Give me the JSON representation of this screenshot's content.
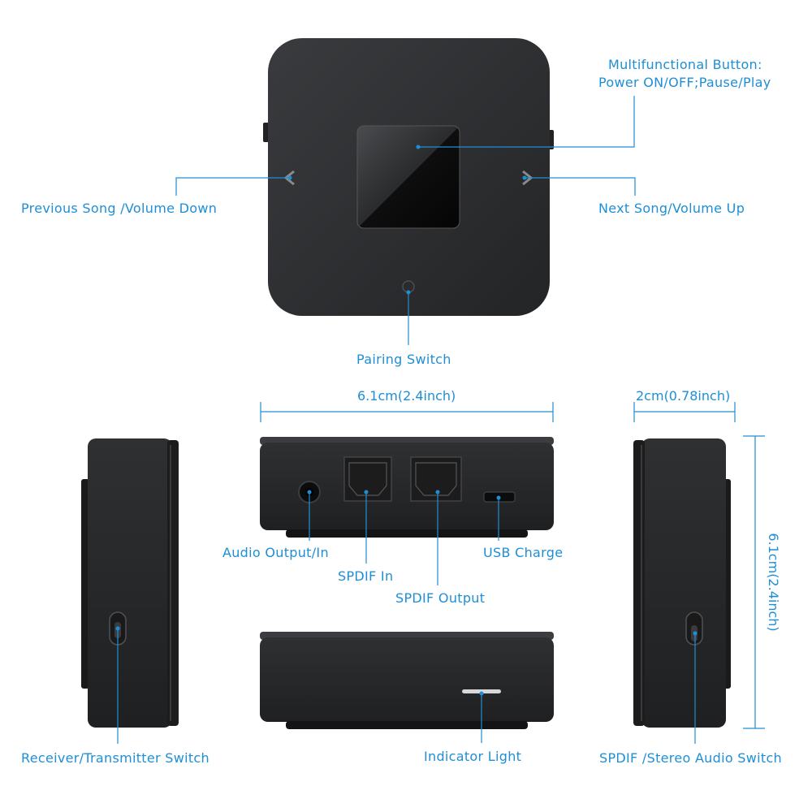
{
  "labels": {
    "multi_button_line1": "Multifunctional Button:",
    "multi_button_line2": "Power ON/OFF;Pause/Play",
    "previous": "Previous Song /Volume Down",
    "next": "Next Song/Volume Up",
    "pairing": "Pairing Switch",
    "audio_io": "Audio Output/In",
    "spdif_in": "SPDIF In",
    "spdif_out": "SPDIF Output",
    "usb": "USB Charge",
    "rx_tx": "Receiver/Transmitter Switch",
    "indicator": "Indicator Light",
    "spdif_stereo": "SPDIF /Stereo Audio Switch"
  },
  "dimensions": {
    "width": "6.1cm(2.4inch)",
    "depth": "2cm(0.78inch)",
    "height": "6.1cm(2.4inch)"
  },
  "colors": {
    "accent": "#1e8fd6",
    "device": "#2a2b2d",
    "device_dark": "#161718"
  }
}
